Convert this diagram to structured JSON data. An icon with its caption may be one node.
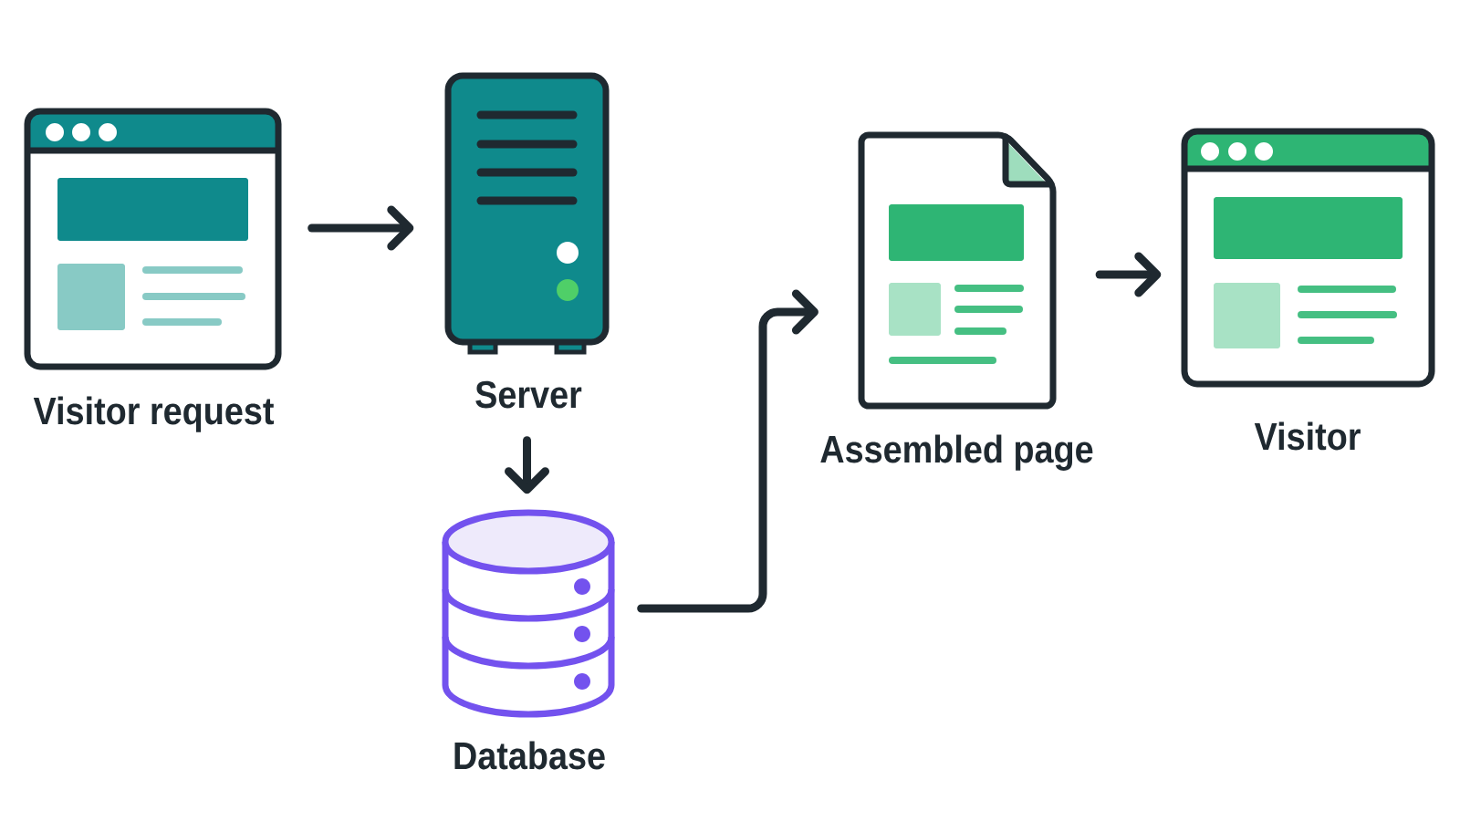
{
  "diagram": {
    "nodes": [
      {
        "text": [
          "Visitor request"
        ]
      },
      {
        "text": [
          "Server"
        ]
      },
      {
        "text": [
          "Database"
        ]
      },
      {
        "text": [
          "Assembled page"
        ]
      },
      {
        "text": [
          "Visitor"
        ]
      }
    ],
    "edges": [
      {
        "from": 0,
        "to": 1,
        "arrow": "to"
      },
      {
        "from": 1,
        "to": 2,
        "arrow": "to"
      },
      {
        "from": 2,
        "to": 3,
        "arrow": "to"
      },
      {
        "from": 3,
        "to": 4,
        "arrow": "to"
      }
    ]
  }
}
